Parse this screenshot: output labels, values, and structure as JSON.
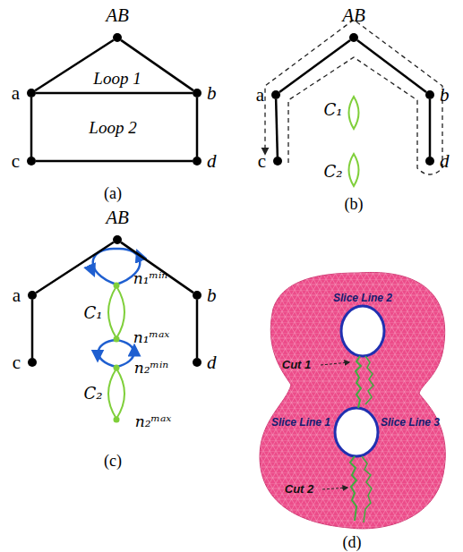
{
  "diagram": {
    "nodes": [
      {
        "text": [
          "AB"
        ]
      },
      {
        "text": [
          "a"
        ]
      },
      {
        "text": [
          "b"
        ]
      },
      {
        "text": [
          "c"
        ]
      },
      {
        "text": [
          "d"
        ]
      },
      {
        "text": [
          "AB"
        ]
      },
      {
        "text": [
          "a"
        ]
      },
      {
        "text": [
          "b"
        ]
      },
      {
        "text": [
          "c"
        ]
      },
      {
        "text": [
          "d"
        ]
      },
      {
        "text": [
          "AB"
        ]
      },
      {
        "text": [
          "a"
        ]
      },
      {
        "text": [
          "b"
        ]
      },
      {
        "text": [
          "c"
        ]
      },
      {
        "text": [
          "d"
        ]
      }
    ],
    "edges": [
      {
        "from": 0,
        "to": 1,
        "arrow": "none"
      },
      {
        "from": 0,
        "to": 2,
        "arrow": "none"
      },
      {
        "from": 1,
        "to": 2,
        "arrow": "none"
      },
      {
        "from": 1,
        "to": 3,
        "arrow": "none"
      },
      {
        "from": 2,
        "to": 4,
        "arrow": "none"
      },
      {
        "from": 3,
        "to": 4,
        "arrow": "none"
      },
      {
        "from": 5,
        "to": 6,
        "arrow": "none"
      },
      {
        "from": 5,
        "to": 7,
        "arrow": "none"
      },
      {
        "from": 6,
        "to": 8,
        "arrow": "none"
      },
      {
        "from": 7,
        "to": 9,
        "arrow": "none"
      },
      {
        "from": 10,
        "to": 11,
        "arrow": "none"
      },
      {
        "from": 10,
        "to": 12,
        "arrow": "none"
      },
      {
        "from": 11,
        "to": 13,
        "arrow": "none"
      },
      {
        "from": 12,
        "to": 14,
        "arrow": "none"
      }
    ],
    "labels": [
      "Loop 1",
      "Loop 2",
      "(a)",
      "C₁",
      "C₂",
      "(b)",
      "n₁ᵐⁱⁿ",
      "C₁",
      "n₁ᵐᵃˣ",
      "n₂ᵐⁱⁿ",
      "C₂",
      "n₂ᵐᵃˣ",
      "(c)",
      "Slice Line 2",
      "Cut 1",
      "Slice Line 1",
      "Slice Line 3",
      "Cut 2",
      "(d)"
    ]
  }
}
